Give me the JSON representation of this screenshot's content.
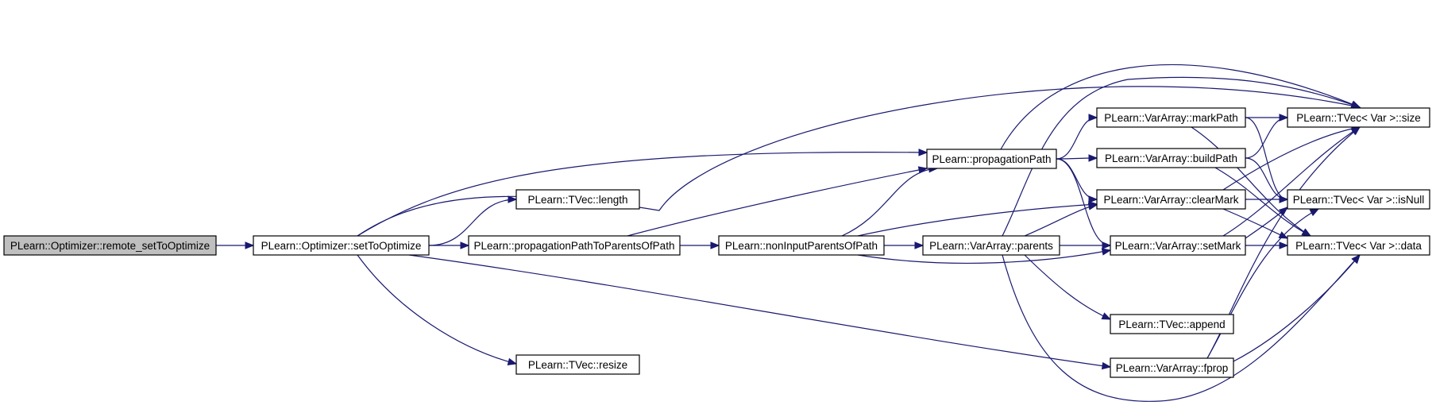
{
  "colors": {
    "edge": "#191970",
    "node_fill": "#ffffff",
    "root_fill": "#bfbfbf",
    "border": "#000000"
  },
  "nodes": [
    {
      "id": "remote_setToOptimize",
      "label": "PLearn::Optimizer::remote_setToOptimize",
      "root": true
    },
    {
      "id": "setToOptimize",
      "label": "PLearn::Optimizer::setToOptimize"
    },
    {
      "id": "length",
      "label": "PLearn::TVec::length"
    },
    {
      "id": "resize",
      "label": "PLearn::TVec::resize"
    },
    {
      "id": "propagationPathToParentsOfPath",
      "label": "PLearn::propagationPathToParentsOfPath"
    },
    {
      "id": "propagationPath",
      "label": "PLearn::propagationPath"
    },
    {
      "id": "nonInputParentsOfPath",
      "label": "PLearn::nonInputParentsOfPath"
    },
    {
      "id": "parents",
      "label": "PLearn::VarArray::parents"
    },
    {
      "id": "markPath",
      "label": "PLearn::VarArray::markPath"
    },
    {
      "id": "buildPath",
      "label": "PLearn::VarArray::buildPath"
    },
    {
      "id": "clearMark",
      "label": "PLearn::VarArray::clearMark"
    },
    {
      "id": "setMark",
      "label": "PLearn::VarArray::setMark"
    },
    {
      "id": "append",
      "label": "PLearn::TVec::append"
    },
    {
      "id": "fprop",
      "label": "PLearn::VarArray::fprop"
    },
    {
      "id": "size",
      "label": "PLearn::TVec< Var >::size"
    },
    {
      "id": "isNull",
      "label": "PLearn::TVec< Var >::isNull"
    },
    {
      "id": "data",
      "label": "PLearn::TVec< Var >::data"
    }
  ],
  "edges": [
    [
      "remote_setToOptimize",
      "setToOptimize"
    ],
    [
      "setToOptimize",
      "length"
    ],
    [
      "setToOptimize",
      "resize"
    ],
    [
      "setToOptimize",
      "propagationPathToParentsOfPath"
    ],
    [
      "setToOptimize",
      "propagationPath"
    ],
    [
      "setToOptimize",
      "size"
    ],
    [
      "setToOptimize",
      "fprop"
    ],
    [
      "propagationPathToParentsOfPath",
      "propagationPath"
    ],
    [
      "propagationPathToParentsOfPath",
      "nonInputParentsOfPath"
    ],
    [
      "propagationPath",
      "size"
    ],
    [
      "propagationPath",
      "markPath"
    ],
    [
      "propagationPath",
      "buildPath"
    ],
    [
      "propagationPath",
      "clearMark"
    ],
    [
      "propagationPath",
      "setMark"
    ],
    [
      "nonInputParentsOfPath",
      "propagationPath"
    ],
    [
      "nonInputParentsOfPath",
      "parents"
    ],
    [
      "nonInputParentsOfPath",
      "clearMark"
    ],
    [
      "nonInputParentsOfPath",
      "setMark"
    ],
    [
      "parents",
      "size"
    ],
    [
      "parents",
      "clearMark"
    ],
    [
      "parents",
      "setMark"
    ],
    [
      "parents",
      "append"
    ],
    [
      "parents",
      "data"
    ],
    [
      "markPath",
      "size"
    ],
    [
      "markPath",
      "isNull"
    ],
    [
      "markPath",
      "data"
    ],
    [
      "buildPath",
      "size"
    ],
    [
      "buildPath",
      "isNull"
    ],
    [
      "buildPath",
      "data"
    ],
    [
      "clearMark",
      "size"
    ],
    [
      "clearMark",
      "isNull"
    ],
    [
      "clearMark",
      "data"
    ],
    [
      "setMark",
      "size"
    ],
    [
      "setMark",
      "isNull"
    ],
    [
      "setMark",
      "data"
    ],
    [
      "fprop",
      "size"
    ],
    [
      "fprop",
      "isNull"
    ],
    [
      "fprop",
      "data"
    ]
  ]
}
